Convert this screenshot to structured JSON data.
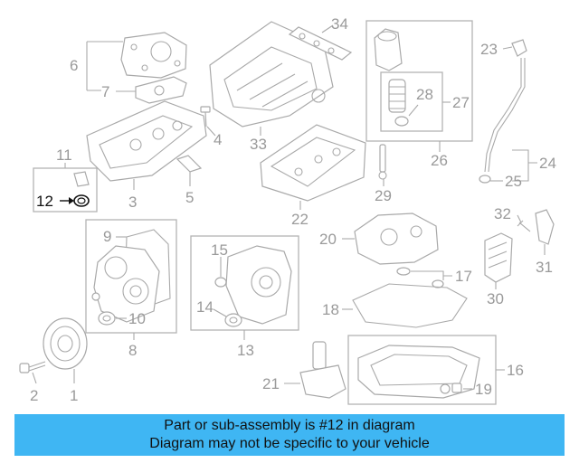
{
  "callouts": [
    {
      "id": "1",
      "label": "1"
    },
    {
      "id": "2",
      "label": "2"
    },
    {
      "id": "3",
      "label": "3"
    },
    {
      "id": "4",
      "label": "4"
    },
    {
      "id": "5",
      "label": "5"
    },
    {
      "id": "6",
      "label": "6"
    },
    {
      "id": "7",
      "label": "7"
    },
    {
      "id": "8",
      "label": "8"
    },
    {
      "id": "9",
      "label": "9"
    },
    {
      "id": "10",
      "label": "10"
    },
    {
      "id": "11",
      "label": "11"
    },
    {
      "id": "12",
      "label": "12"
    },
    {
      "id": "13",
      "label": "13"
    },
    {
      "id": "14",
      "label": "14"
    },
    {
      "id": "15",
      "label": "15"
    },
    {
      "id": "16",
      "label": "16"
    },
    {
      "id": "17",
      "label": "17"
    },
    {
      "id": "18",
      "label": "18"
    },
    {
      "id": "19",
      "label": "19"
    },
    {
      "id": "20",
      "label": "20"
    },
    {
      "id": "21",
      "label": "21"
    },
    {
      "id": "22",
      "label": "22"
    },
    {
      "id": "23",
      "label": "23"
    },
    {
      "id": "24",
      "label": "24"
    },
    {
      "id": "25",
      "label": "25"
    },
    {
      "id": "26",
      "label": "26"
    },
    {
      "id": "27",
      "label": "27"
    },
    {
      "id": "28",
      "label": "28"
    },
    {
      "id": "29",
      "label": "29"
    },
    {
      "id": "30",
      "label": "30"
    },
    {
      "id": "31",
      "label": "31"
    },
    {
      "id": "32",
      "label": "32"
    },
    {
      "id": "33",
      "label": "33"
    },
    {
      "id": "34",
      "label": "34"
    }
  ],
  "highlighted_part": "12",
  "colors": {
    "banner_bg": "#3fb6f3",
    "line_art": "#a9a9a9",
    "highlight": "#111111"
  },
  "banner": {
    "line1": "Part or sub-assembly is #12 in diagram",
    "line2": "Diagram may not be specific to your vehicle"
  }
}
